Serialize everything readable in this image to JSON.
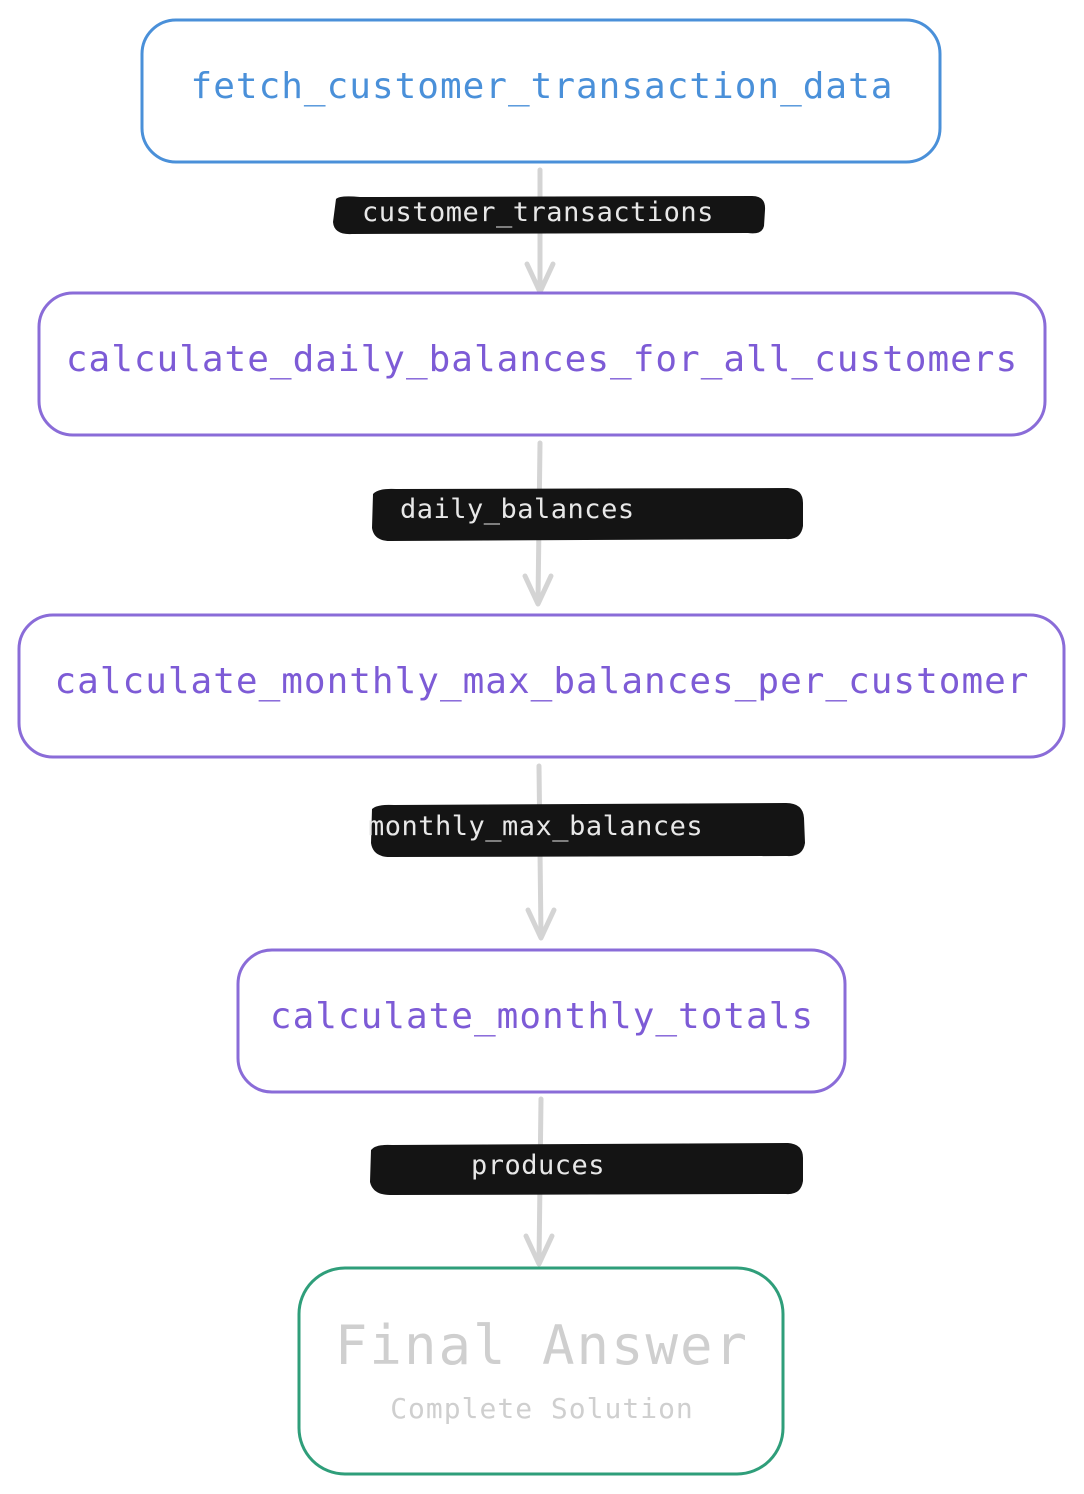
{
  "nodes": {
    "fetch": "fetch_customer_transaction_data",
    "daily": "calculate_daily_balances_for_all_customers",
    "monthly_max": "calculate_monthly_max_balances_per_customer",
    "totals": "calculate_monthly_totals",
    "final_title": "Final Answer",
    "final_subtitle": "Complete Solution"
  },
  "edges": {
    "e1": "customer_transactions",
    "e2": "daily_balances",
    "e3": "monthly_max_balances",
    "e4": "produces"
  },
  "colors": {
    "blue_border": "#4a90d9",
    "purple_border": "#8a6cd8",
    "green_border": "#2f9e7a",
    "arrow": "#d4d4d4",
    "label_bg": "#141414"
  }
}
